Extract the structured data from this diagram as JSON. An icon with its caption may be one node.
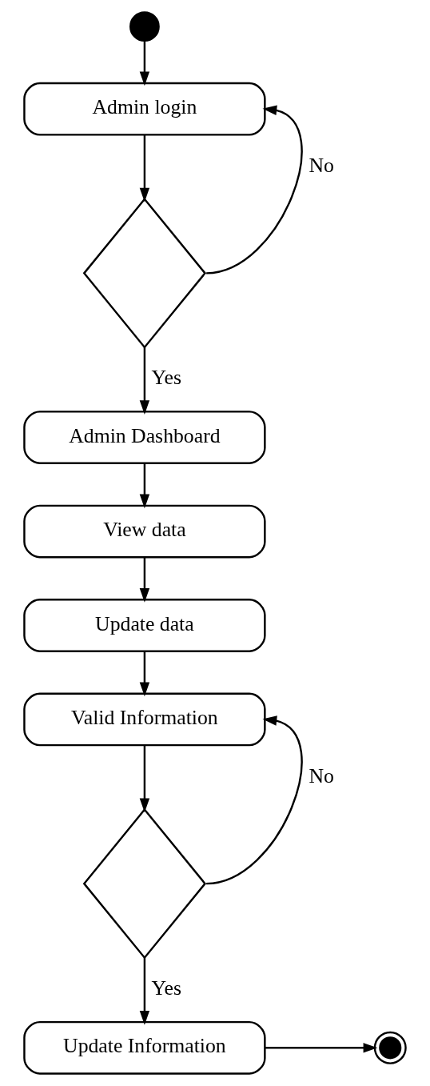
{
  "diagram": {
    "nodes": [
      {
        "text": [],
        "shape": "circle"
      },
      {
        "text": [
          "Admin login"
        ]
      },
      {
        "text": [],
        "shape": "diamond"
      },
      {
        "text": [
          "Admin Dashboard"
        ]
      },
      {
        "text": [
          "View data"
        ]
      },
      {
        "text": [
          "Update data"
        ]
      },
      {
        "text": [
          "Valid Information"
        ]
      },
      {
        "text": [],
        "shape": "diamond"
      },
      {
        "text": [
          "Update Information"
        ]
      },
      {
        "text": [],
        "shape": "circle"
      }
    ],
    "edges": [
      {
        "from": 0,
        "to": 1,
        "arrow": "to"
      },
      {
        "from": 1,
        "to": 2,
        "arrow": "to"
      },
      {
        "from": 2,
        "to": 1,
        "arrow": "to",
        "label": "No"
      },
      {
        "from": 2,
        "to": 3,
        "arrow": "to",
        "label": "Yes"
      },
      {
        "from": 3,
        "to": 4,
        "arrow": "to"
      },
      {
        "from": 4,
        "to": 5,
        "arrow": "to"
      },
      {
        "from": 5,
        "to": 6,
        "arrow": "to"
      },
      {
        "from": 6,
        "to": 7,
        "arrow": "to"
      },
      {
        "from": 7,
        "to": 6,
        "arrow": "to",
        "label": "No"
      },
      {
        "from": 7,
        "to": 8,
        "arrow": "to",
        "label": "Yes"
      },
      {
        "from": 8,
        "to": 9,
        "arrow": "to"
      }
    ]
  }
}
